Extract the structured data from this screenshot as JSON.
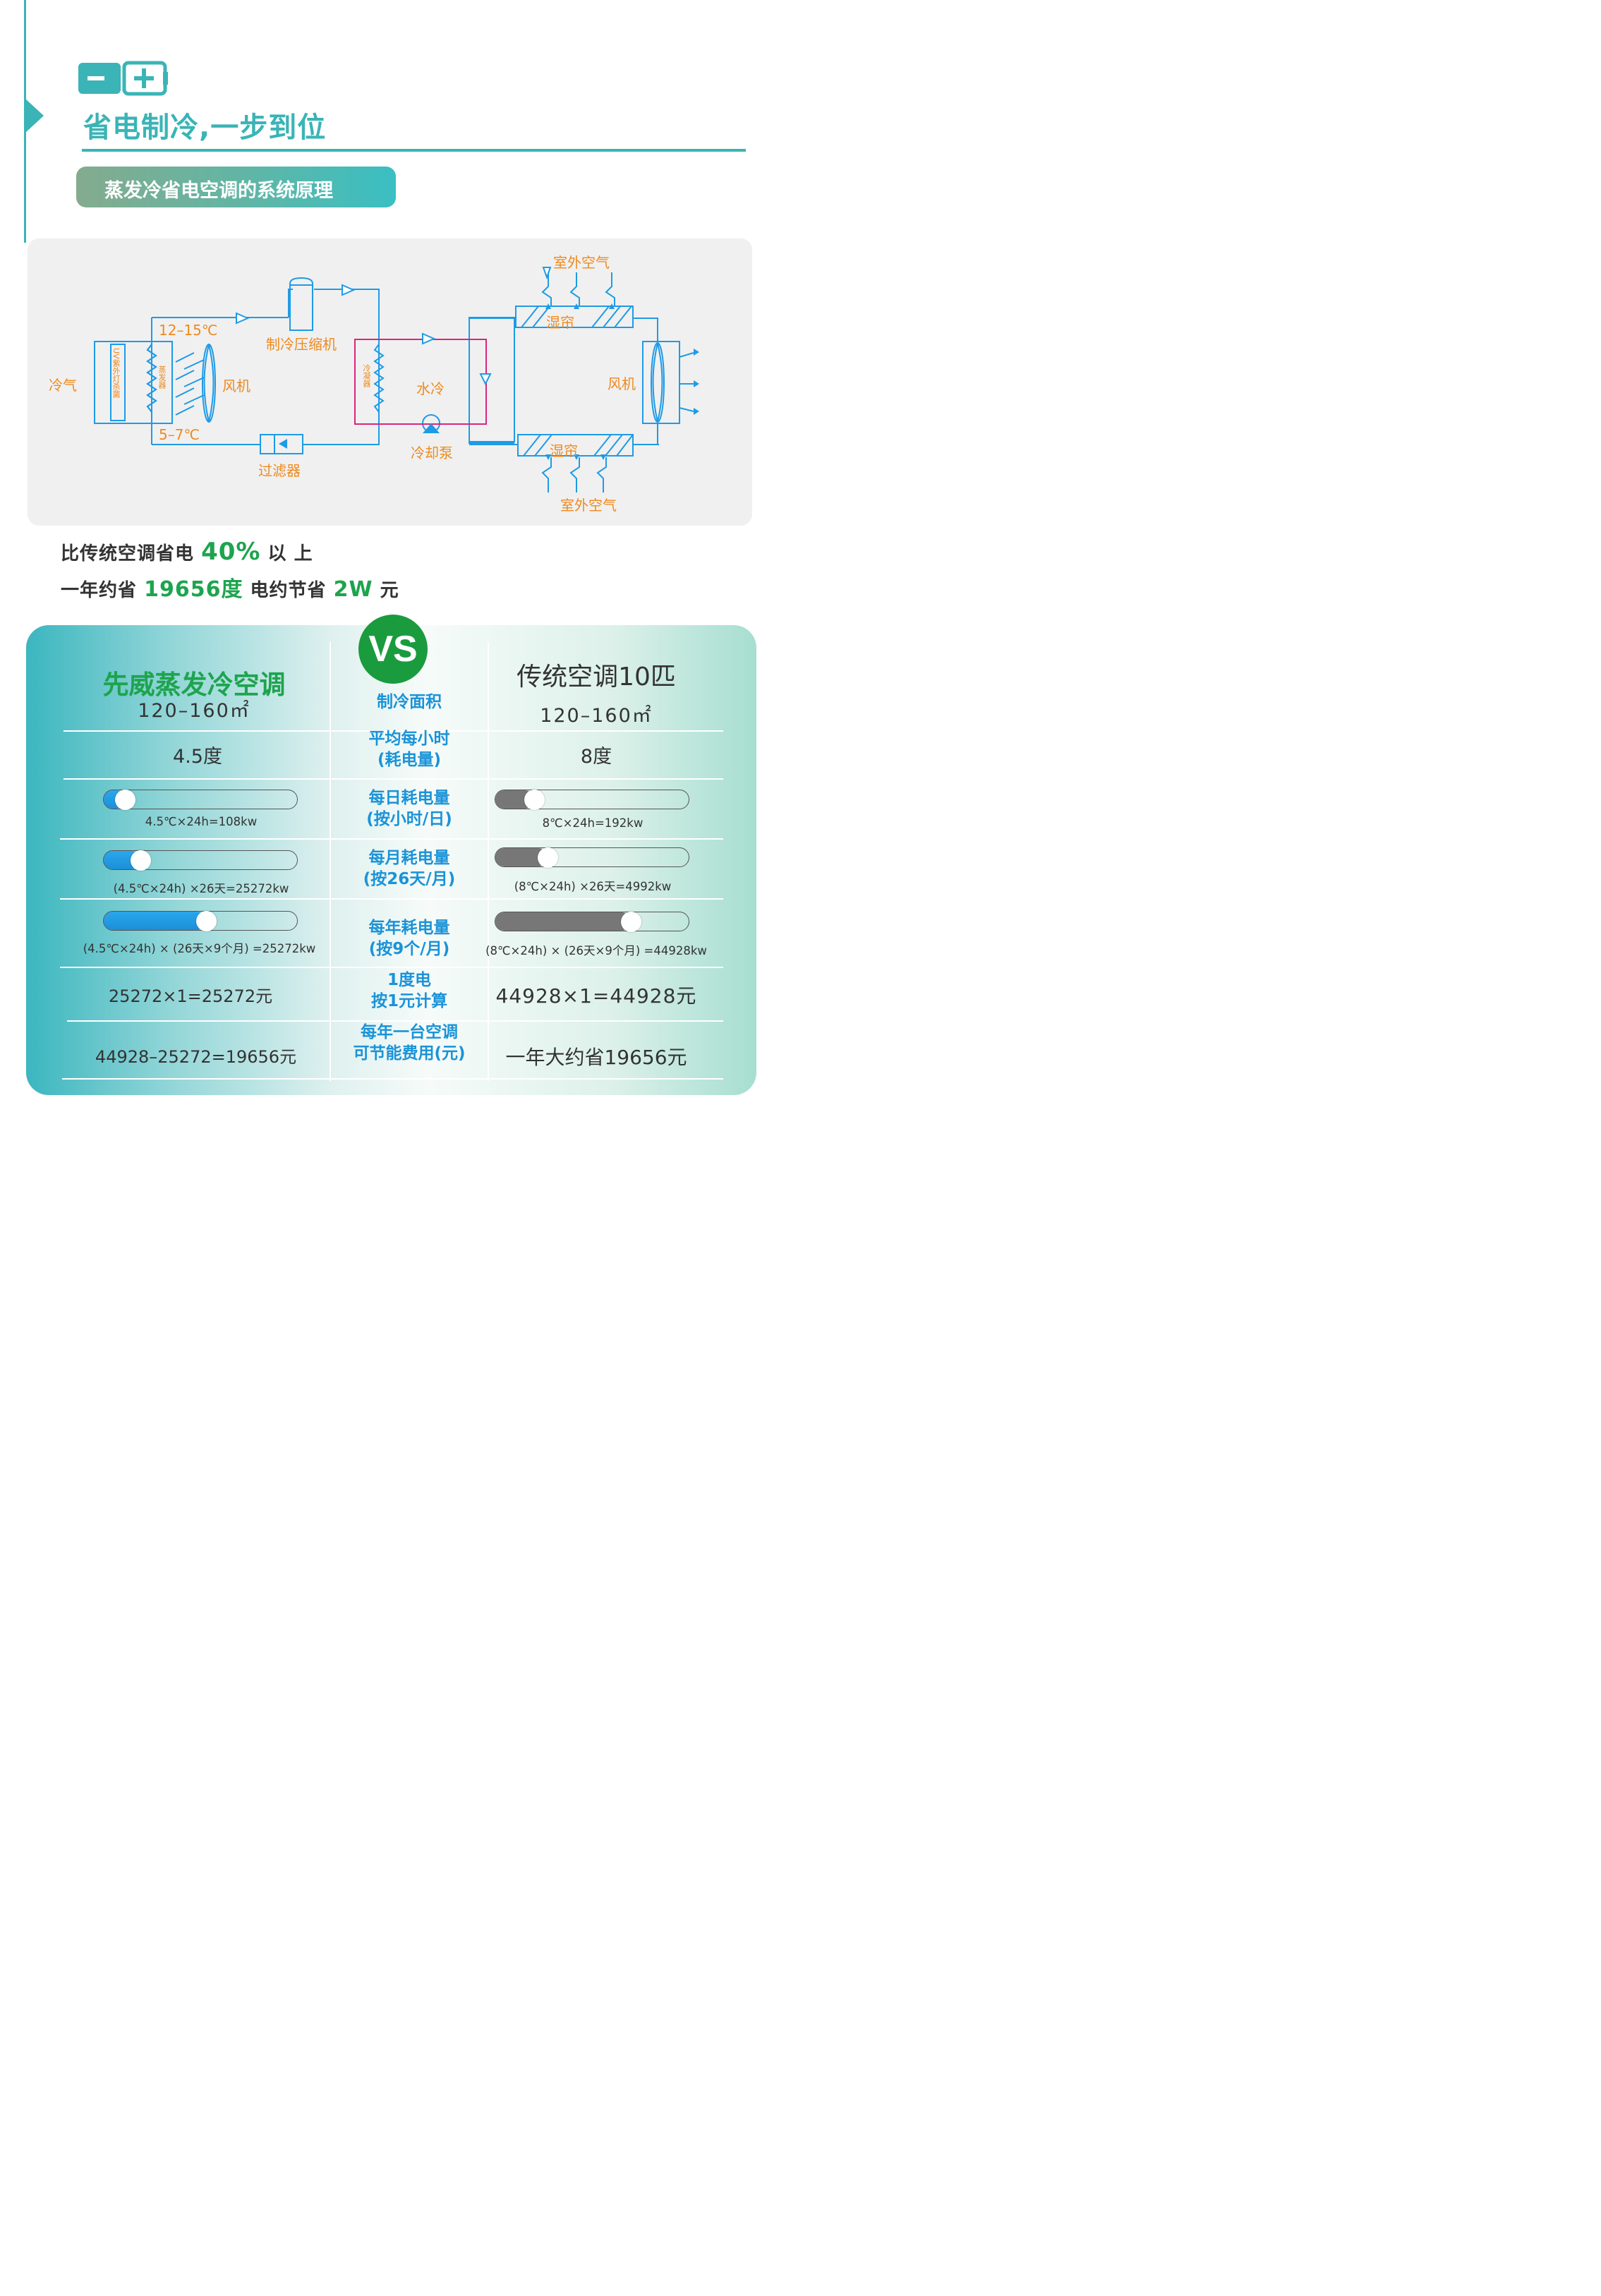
{
  "header": {
    "battery_minus": "−",
    "battery_plus": "+",
    "headline": "省电制冷,一步到位",
    "section_title": "蒸发冷省电空调的系统原理"
  },
  "diagram": {
    "outdoor_air_top": "室外空气",
    "outdoor_air_bottom": "室外空气",
    "wet_curtain_top": "湿帘",
    "wet_curtain_bottom": "湿帘",
    "cold_air": "冷气",
    "uv_lamp": "UV紫外灯杀菌",
    "evaporator": "蒸发器",
    "fan_left": "风机",
    "fan_right": "风机",
    "temp_high": "12–15℃",
    "temp_low": "5–7℃",
    "compressor": "制冷压缩机",
    "filter": "过滤器",
    "condenser": "冷凝器",
    "water_cooling": "水冷",
    "cooling_pump": "冷却泵"
  },
  "savings": {
    "line1_prefix": "比传统空调省电",
    "line1_value": "40%",
    "line1_suffix": "以 上",
    "line2_prefix": "一年约省",
    "line2_value": "19656度",
    "line2_mid": "电约节省",
    "line2_value2": "2W",
    "line2_suffix": "元"
  },
  "comparison": {
    "vs": "VS",
    "left_title": "先威蒸发冷空调",
    "right_title": "传统空调10匹",
    "rows": [
      {
        "label": "制冷面积",
        "left": "120–160㎡",
        "right": "120–160㎡"
      },
      {
        "label": "平均每小时\n(耗电量)",
        "left": "4.5度",
        "right": "8度"
      },
      {
        "label": "每日耗电量\n(按小时/日)",
        "left": "4.5℃×24h=108kw",
        "right": "8℃×24h=192kw",
        "left_level": 0.11,
        "right_level": 0.2
      },
      {
        "label": "每月耗电量\n(按26天/月)",
        "left": "(4.5℃×24h) ×26天=25272kw",
        "right": "(8℃×24h) ×26天=4992kw",
        "left_level": 0.19,
        "right_level": 0.27
      },
      {
        "label": "每年耗电量\n(按9个/月)",
        "left": "(4.5℃×24h) × (26天×9个月) =25272kw",
        "right": "(8℃×24h) × (26天×9个月) =44928kw",
        "left_level": 0.53,
        "right_level": 0.7
      },
      {
        "label": "1度电\n按1元计算",
        "left": "25272×1=25272元",
        "right": "44928×1=44928元"
      },
      {
        "label": "每年一台空调\n可节能费用(元)",
        "left": "44928–25272=19656元",
        "right": "一年大约省19656元"
      }
    ]
  },
  "colors": {
    "teal": "#3ab4b6",
    "green": "#1ea44e",
    "blue_text": "#1a93d8",
    "orange_label": "#ee8a1f",
    "pipe_blue": "#1e9be6",
    "magenta": "#d8267c"
  }
}
